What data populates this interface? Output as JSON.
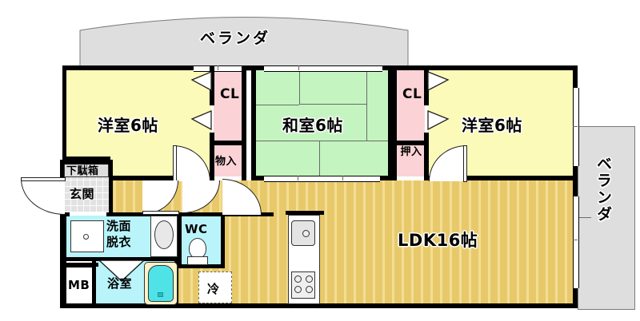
{
  "document": {
    "type": "floor-plan",
    "language": "ja",
    "layout_name": "3LDK"
  },
  "veranda": {
    "top_label": "ベランダ",
    "right_label": "ベランダ"
  },
  "rooms": [
    {
      "id": "washitsu",
      "label": "和室6帖",
      "tatami": 6,
      "color": "#c4f5c0"
    },
    {
      "id": "yoshitsu_l",
      "label": "洋室6帖",
      "tatami": 6,
      "color": "#fcfab8"
    },
    {
      "id": "yoshitsu_r",
      "label": "洋室6帖",
      "tatami": 6,
      "color": "#fcfab8"
    },
    {
      "id": "ldk",
      "label": "LDK16帖",
      "tatami": 16,
      "color": "#e8c96a"
    }
  ],
  "storage": {
    "closet_left": "CL",
    "closet_right": "CL",
    "monoire": "物入",
    "oshiire": "押入",
    "getabako": "下駄箱"
  },
  "service_rooms": {
    "genkan": "玄関",
    "senmen_datsui": "洗面\n脱衣",
    "senmen_line1": "洗面",
    "senmen_line2": "脱衣",
    "wc": "WC",
    "yokushitsu": "浴室",
    "mb": "MB",
    "reizouko": "冷"
  },
  "colors": {
    "wall": "#000000",
    "yellow_room": "#fcfab8",
    "green_room": "#c4f5c0",
    "pink_closet": "#fbd3d6",
    "cyan_water": "#b9f4fb",
    "ldk_floor": "#e8c96a",
    "veranda_gray": "#dedede",
    "background": "#ffffff"
  }
}
